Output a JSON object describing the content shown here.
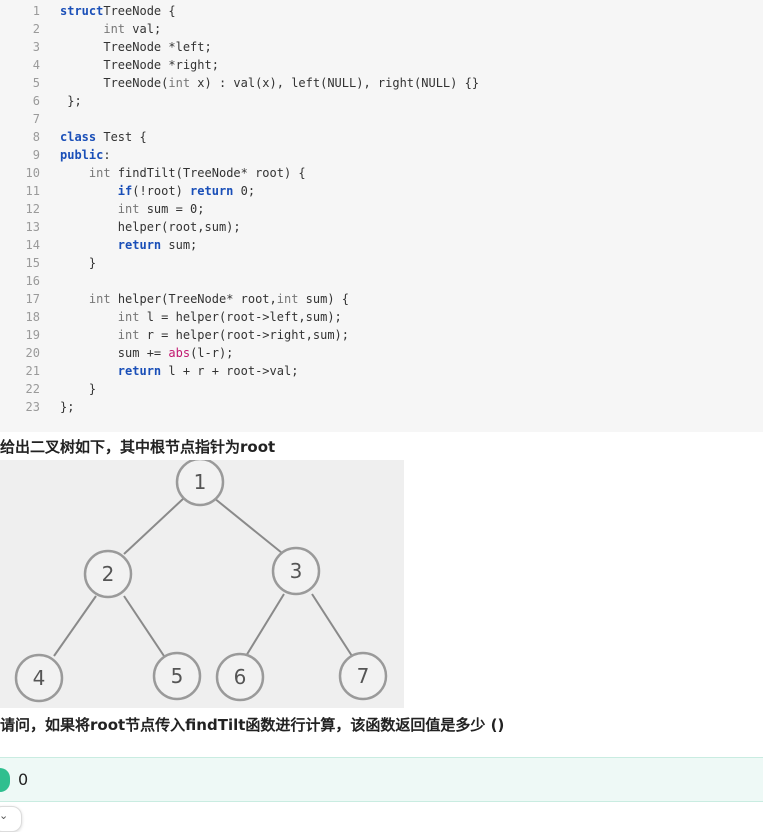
{
  "code": {
    "lines": [
      {
        "n": "1",
        "segments": [
          [
            "kw",
            "struct"
          ],
          [
            "",
            "TreeNode {"
          ]
        ]
      },
      {
        "n": "2",
        "segments": [
          [
            "",
            "      "
          ],
          [
            "kt",
            "int"
          ],
          [
            "",
            " val;"
          ]
        ]
      },
      {
        "n": "3",
        "segments": [
          [
            "",
            "      TreeNode *left;"
          ]
        ]
      },
      {
        "n": "4",
        "segments": [
          [
            "",
            "      TreeNode *right;"
          ]
        ]
      },
      {
        "n": "5",
        "segments": [
          [
            "",
            "      TreeNode("
          ],
          [
            "kt",
            "int"
          ],
          [
            "",
            " x) : val(x), left(NULL), right(NULL) {}"
          ]
        ]
      },
      {
        "n": "6",
        "segments": [
          [
            "",
            ""
          ],
          [
            "",
            " };"
          ]
        ]
      },
      {
        "n": "7",
        "segments": [
          [
            "",
            ""
          ]
        ]
      },
      {
        "n": "8",
        "segments": [
          [
            "kw",
            "class"
          ],
          [
            "",
            " Test {"
          ]
        ]
      },
      {
        "n": "9",
        "segments": [
          [
            "kw",
            "public"
          ],
          [
            "",
            ":"
          ]
        ]
      },
      {
        "n": "10",
        "segments": [
          [
            "",
            "    "
          ],
          [
            "kt",
            "int"
          ],
          [
            "",
            " findTilt(TreeNode* root) {"
          ]
        ]
      },
      {
        "n": "11",
        "segments": [
          [
            "",
            "        "
          ],
          [
            "kw",
            "if"
          ],
          [
            "",
            "(!root) "
          ],
          [
            "kw",
            "return"
          ],
          [
            "",
            " 0;"
          ]
        ]
      },
      {
        "n": "12",
        "segments": [
          [
            "",
            "        "
          ],
          [
            "kt",
            "int"
          ],
          [
            "",
            " sum = 0;"
          ]
        ]
      },
      {
        "n": "13",
        "segments": [
          [
            "",
            "        helper(root,sum);"
          ]
        ]
      },
      {
        "n": "14",
        "segments": [
          [
            "",
            "        "
          ],
          [
            "kw",
            "return"
          ],
          [
            "",
            " sum;"
          ]
        ]
      },
      {
        "n": "15",
        "segments": [
          [
            "",
            "    }"
          ]
        ]
      },
      {
        "n": "16",
        "segments": [
          [
            "",
            ""
          ]
        ]
      },
      {
        "n": "17",
        "segments": [
          [
            "",
            "    "
          ],
          [
            "kt",
            "int"
          ],
          [
            "",
            " helper(TreeNode* root,"
          ],
          [
            "kt",
            "int"
          ],
          [
            "",
            " sum) {"
          ]
        ]
      },
      {
        "n": "18",
        "segments": [
          [
            "",
            "        "
          ],
          [
            "kt",
            "int"
          ],
          [
            "",
            " l = helper(root->left,sum);"
          ]
        ]
      },
      {
        "n": "19",
        "segments": [
          [
            "",
            "        "
          ],
          [
            "kt",
            "int"
          ],
          [
            "",
            " r = helper(root->right,sum);"
          ]
        ]
      },
      {
        "n": "20",
        "segments": [
          [
            "",
            "        sum += "
          ],
          [
            "fn",
            "abs"
          ],
          [
            "",
            "(l-r);"
          ]
        ]
      },
      {
        "n": "21",
        "segments": [
          [
            "",
            "        "
          ],
          [
            "kw",
            "return"
          ],
          [
            "",
            " l + r + root->val;"
          ]
        ]
      },
      {
        "n": "22",
        "segments": [
          [
            "",
            "    }"
          ]
        ]
      },
      {
        "n": "23",
        "segments": [
          [
            "",
            "};"
          ]
        ]
      }
    ]
  },
  "question": {
    "prompt_1": "给出二叉树如下，其中根节点指针为root",
    "prompt_2": "请问，如果将root节点传入findTilt函数进行计算，该函数返回值是多少 ()"
  },
  "tree": {
    "nodes": [
      "1",
      "2",
      "3",
      "4",
      "5",
      "6",
      "7"
    ]
  },
  "answer": {
    "value": "0"
  },
  "icons": {
    "chevron": "chevron-down-icon"
  }
}
